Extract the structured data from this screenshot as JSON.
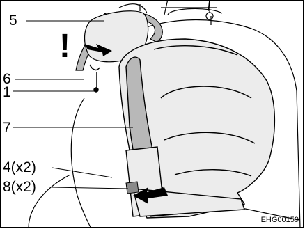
{
  "illustration": {
    "callouts": [
      {
        "id": "5",
        "label": "5"
      },
      {
        "id": "6",
        "label": "6"
      },
      {
        "id": "1",
        "label": "1"
      },
      {
        "id": "7",
        "label": "7"
      },
      {
        "id": "4",
        "label": "4(x2)"
      },
      {
        "id": "8",
        "label": "8(x2)"
      }
    ],
    "warning_symbol": "!",
    "figure_code": "EHG00159"
  },
  "colors": {
    "seat_fill": "#ececec",
    "belt_fill": "#b8b8b8",
    "outline": "#000000"
  }
}
